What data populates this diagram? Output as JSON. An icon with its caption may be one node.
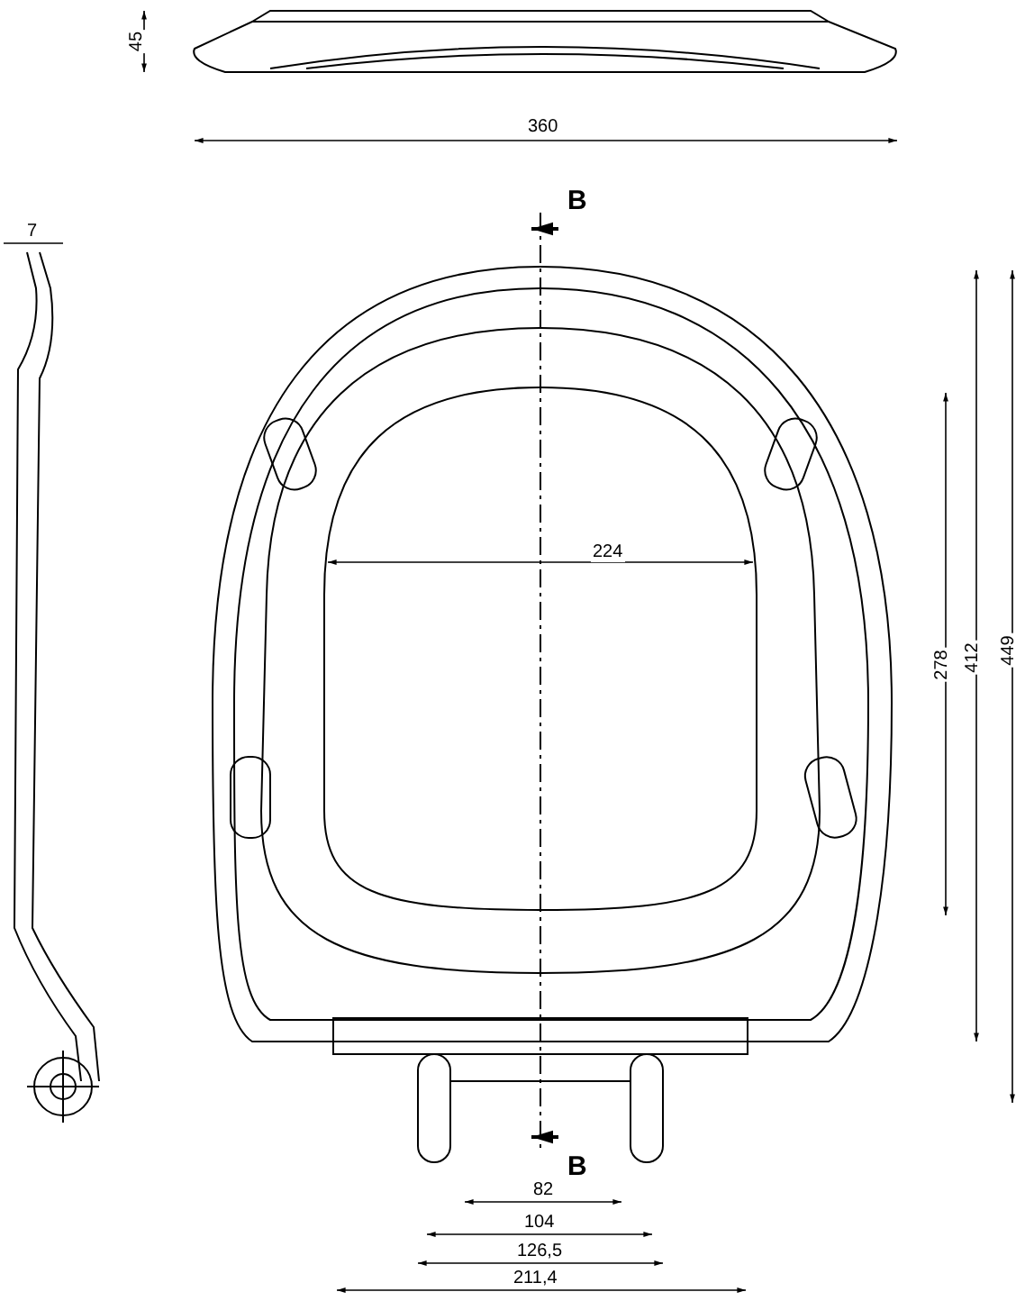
{
  "diagram": {
    "labels": [
      "45",
      "360",
      "7",
      "B",
      "224",
      "278",
      "412",
      "449",
      "B",
      "82",
      "104",
      "126,5",
      "211,4"
    ]
  }
}
